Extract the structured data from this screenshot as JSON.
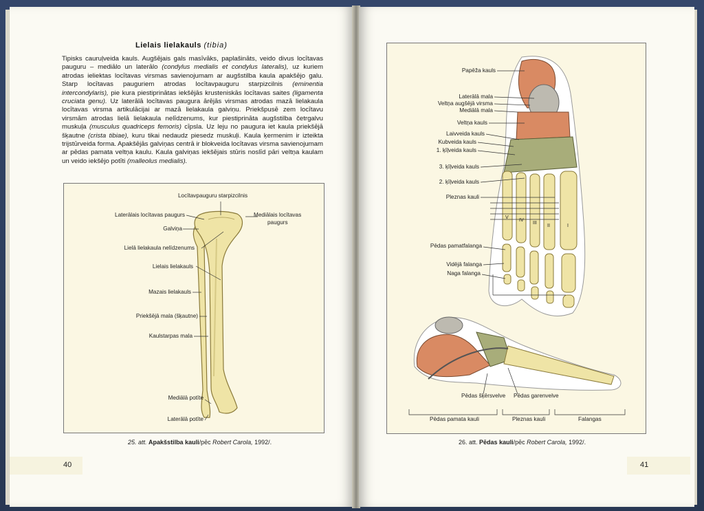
{
  "left_page": {
    "heading": "Lielais lielakauls",
    "heading_latin": "(tibia)",
    "paragraph": [
      {
        "t": "Tipisks cauruļveida kauls. Augšējais gals masīvāks, paplašināts, veido divus locītavas pauguru – mediālo un laterālo ",
        "i": false
      },
      {
        "t": "(condylus medialis et condylus lateralis),",
        "i": true
      },
      {
        "t": " uz kuriem atrodas ieliektas locītavas virsmas savienojumam ar augšstilba kaula apakšējo galu. Starp locītavas pauguriem atrodas locītavpauguru starpizcilnis ",
        "i": false
      },
      {
        "t": "(eminentia intercondylaris),",
        "i": true
      },
      {
        "t": " pie kura piestiprinātas iekšējās krusteniskās locītavas saites ",
        "i": false
      },
      {
        "t": "(ligamenta cruciata genu).",
        "i": true
      },
      {
        "t": " Uz laterālā locītavas paugura ārējās virsmas atrodas mazā lielakaula locītavas virsma artikulācijai ar mazā lielakaula galviņu. Priekšpusē zem locītavu virsmām atrodas lielā lielakaula nelīdzenums, kur piestiprināta augšstilba četrgalvu muskuļa ",
        "i": false
      },
      {
        "t": "(musculus quadriceps femoris)",
        "i": true
      },
      {
        "t": " cīpsla. Uz leju no paugura iet kaula priekšējā šķautne ",
        "i": false
      },
      {
        "t": "(crista tibiae),",
        "i": true
      },
      {
        "t": " kuru tikai nedaudz piesedz muskuļi. Kaula ķermenim ir izteikta trijstūrveida forma. Apakšējās galviņas centrā ir blokveida locītavas virsma savienojumam ar pēdas pamata veltņa kaulu. Kaula galviņas iekšējais stūris noslīd pāri veltņa kaulam un veido iekšējo potīti ",
        "i": false
      },
      {
        "t": "(malleolus medialis).",
        "i": true
      }
    ],
    "figure_labels": {
      "top": "Locītavpauguru starpizcilnis",
      "lat_condyle": "Laterālais locītavas paugurs",
      "med_condyle_1": "Mediālais locītavas",
      "med_condyle_2": "paugurs",
      "head": "Galviņa",
      "tuberosity": "Lielā lielakaula nelīdzenums",
      "tibia": "Lielais lielakauls",
      "fibula": "Mazais lielakauls",
      "anterior": "Priekšējā mala (šķautne)",
      "interosseous": "Kaulstarpas mala",
      "med_malleolus": "Mediālā potīte",
      "lat_malleolus": "Laterālā potīte"
    },
    "caption_num": "25. att.",
    "caption_title": "Apakšstilba kauli",
    "caption_src_pre": "/pēc ",
    "caption_src_name": "Robert Carola,",
    "caption_src_year": " 1992/.",
    "page_number": "40"
  },
  "right_page": {
    "labels": {
      "calcaneus": "Papēža kauls",
      "lat_mala": "Laterālā mala",
      "talus_top": "Veltņa augšējā virsma",
      "med_mala": "Mediālā mala",
      "talus": "Veltņa kauls",
      "navicular": "Laivveida kauls",
      "cuboid": "Kubveida kauls",
      "cun1": "1. ķīļveida kauls",
      "cun3": "3. ķīļveida kauls",
      "cun2": "2. ķīļveida kauls",
      "metatarsals": "Pleznas kauli",
      "prox_phal": "Pēdas pamatfalanga",
      "mid_phal": "Vidējā falanga",
      "dist_phal": "Naga falanga",
      "transverse": "Pēdas šķērsvelve",
      "longitudinal": "Pēdas garenvelve"
    },
    "roman": [
      "V",
      "IV",
      "III",
      "II",
      "I"
    ],
    "bottom_groups": [
      "Pēdas pamata kauli",
      "Pleznas kauli",
      "Falangas"
    ],
    "caption_num": "26. att.",
    "caption_title": "Pēdas kauli",
    "caption_src_pre": "/pēc ",
    "caption_src_name": "Robert Carola,",
    "caption_src_year": " 1992/.",
    "page_number": "41"
  },
  "colors": {
    "bone": "#efe4a6",
    "bone_outline": "#8a7a3a",
    "calcaneus": "#d98a63",
    "tarsal_green": "#a8ad7a",
    "cover": "#2c3a55"
  }
}
